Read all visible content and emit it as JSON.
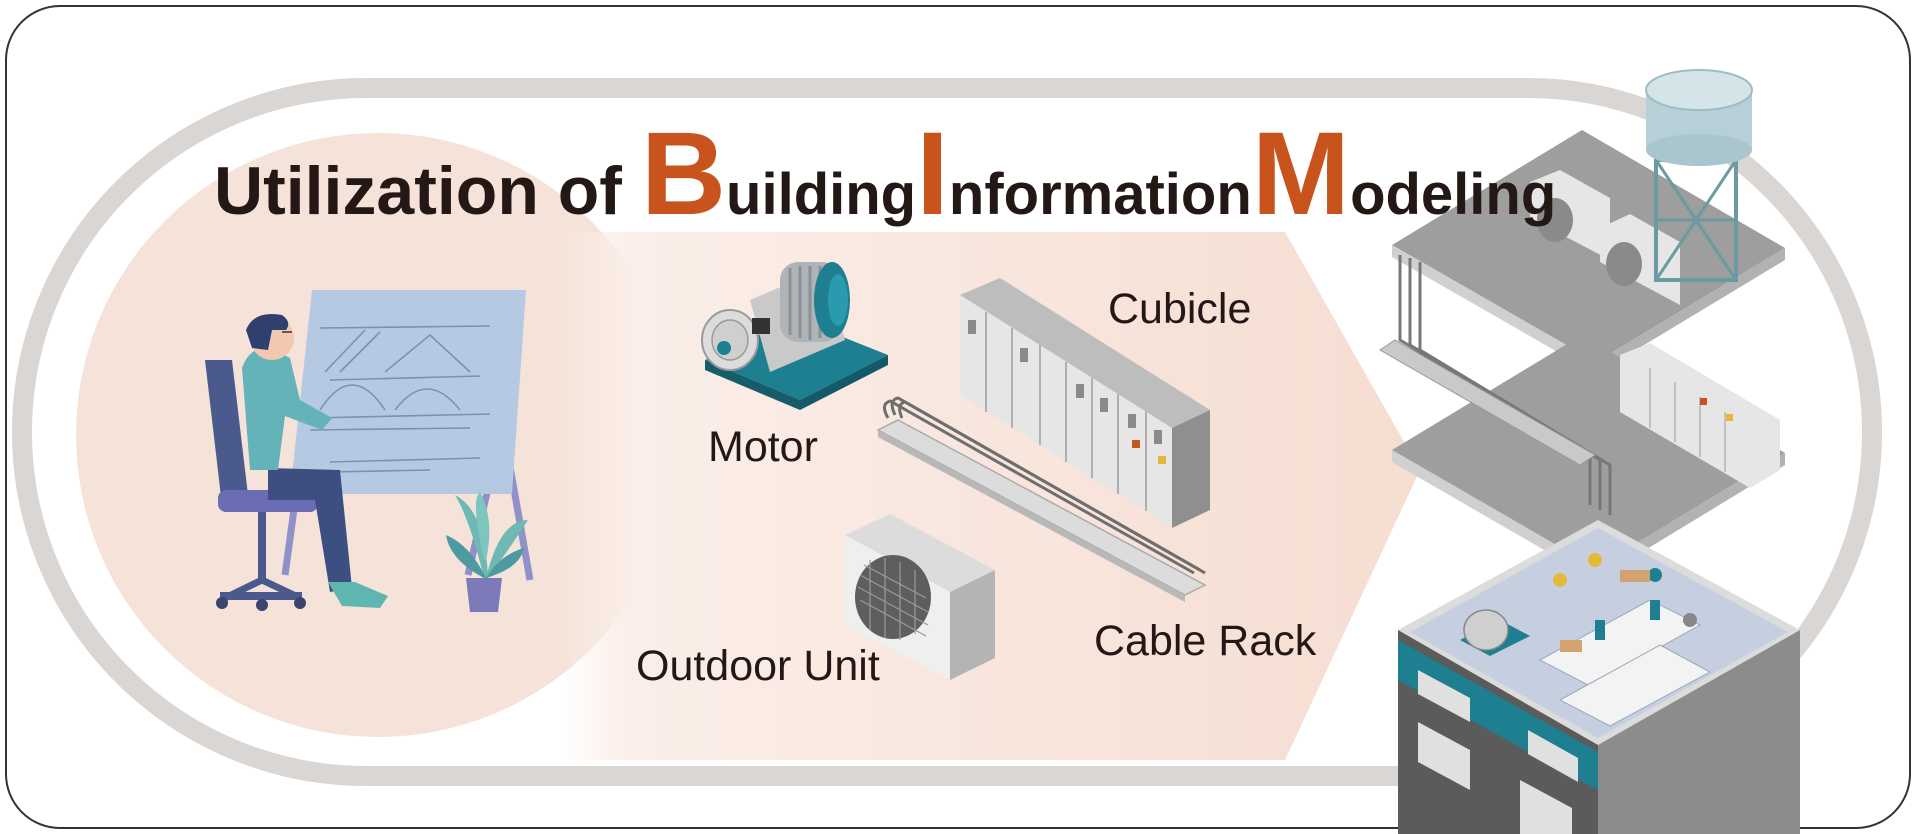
{
  "title": {
    "prefix": "Utilization of ",
    "words": [
      {
        "initial": "B",
        "rest": "uilding"
      },
      {
        "initial": "I",
        "rest": "nformation"
      },
      {
        "initial": "M",
        "rest": "odeling"
      }
    ]
  },
  "labels": {
    "motor": "Motor",
    "cubicle": "Cubicle",
    "outdoor_unit": "Outdoor Unit",
    "cable_rack": "Cable Rack"
  },
  "colors": {
    "accent": "#c8531c",
    "title_text": "#231815",
    "frame": "#d9d6d3",
    "circle_fill": "#f5e3d9",
    "arrow_fill": "#f6e3da",
    "label_text": "#231815",
    "teal": "#1e7f91",
    "gray_light": "#d8d8d8",
    "gray_mid": "#a7a7a7",
    "gray_dark": "#6c6c6c",
    "blueprint": "#b6c9e3"
  }
}
